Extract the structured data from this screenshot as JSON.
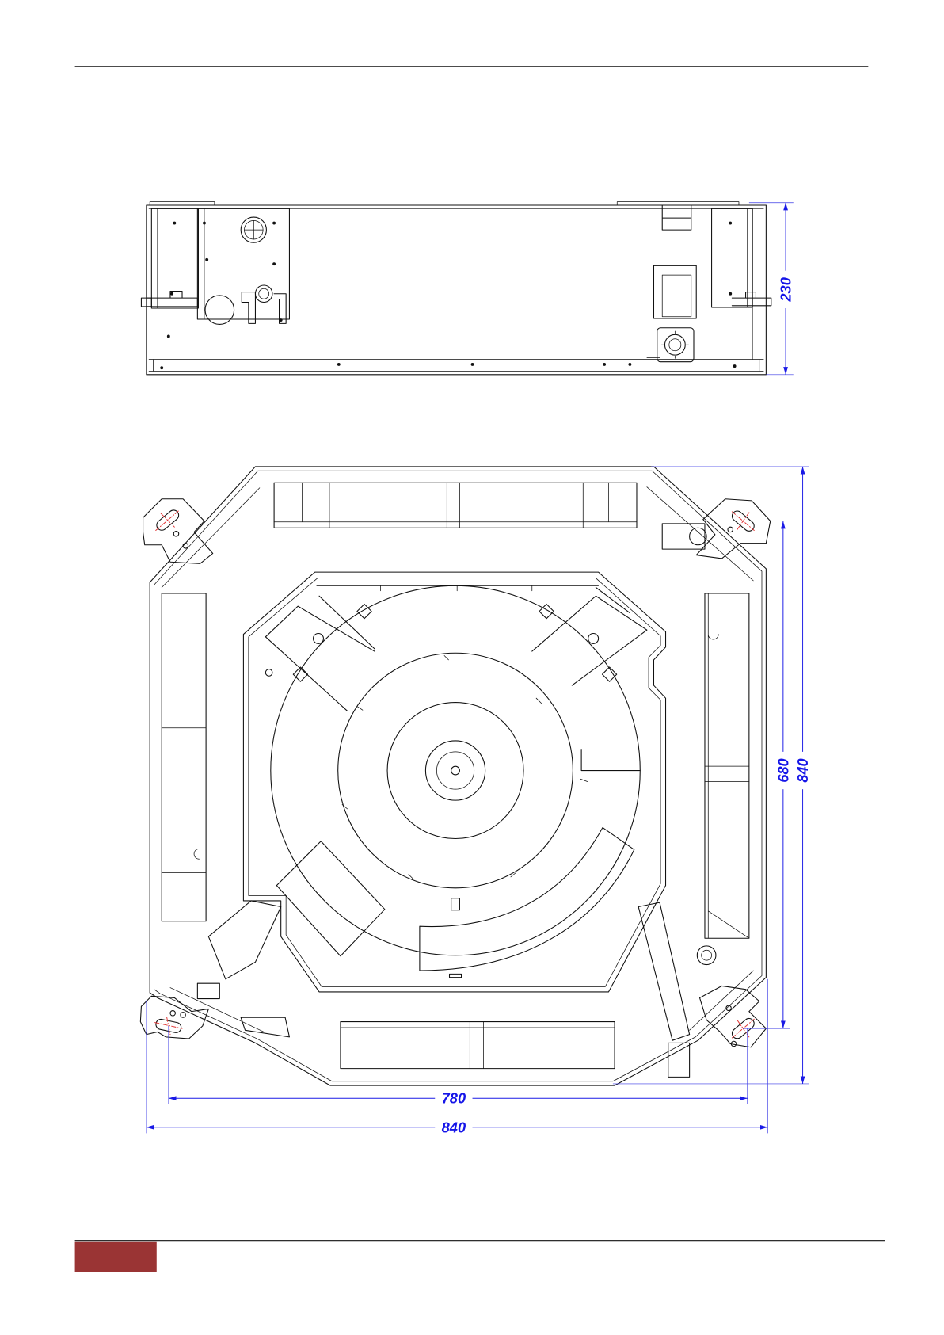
{
  "side_view": {
    "height_dimension": "230"
  },
  "top_view": {
    "vertical_inner_dimension": "680",
    "vertical_outer_dimension": "840",
    "horizontal_inner_dimension": "780",
    "horizontal_outer_dimension": "840"
  },
  "colors": {
    "dimension": "#1a1ae6",
    "drawing_line": "#111111",
    "footer_accent": "#9a3434",
    "centerline": "#e03030"
  }
}
